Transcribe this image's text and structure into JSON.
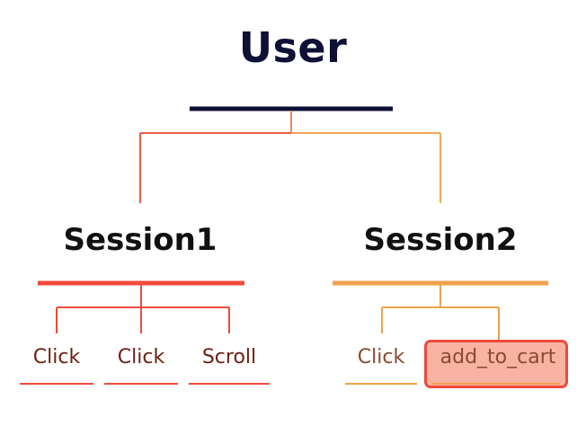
{
  "root": {
    "label": "User"
  },
  "sessions": [
    {
      "label": "Session1",
      "events": [
        "Click",
        "Click",
        "Scroll"
      ]
    },
    {
      "label": "Session2",
      "events": [
        "Click",
        "add_to_cart"
      ]
    }
  ],
  "colors": {
    "root_bar": "#0f1035",
    "session1": "#ef4b3b",
    "session2": "#f0a24c",
    "highlight_fill": "#f8b3a3",
    "highlight_border": "#ee4a3a"
  },
  "highlighted_event": "add_to_cart"
}
